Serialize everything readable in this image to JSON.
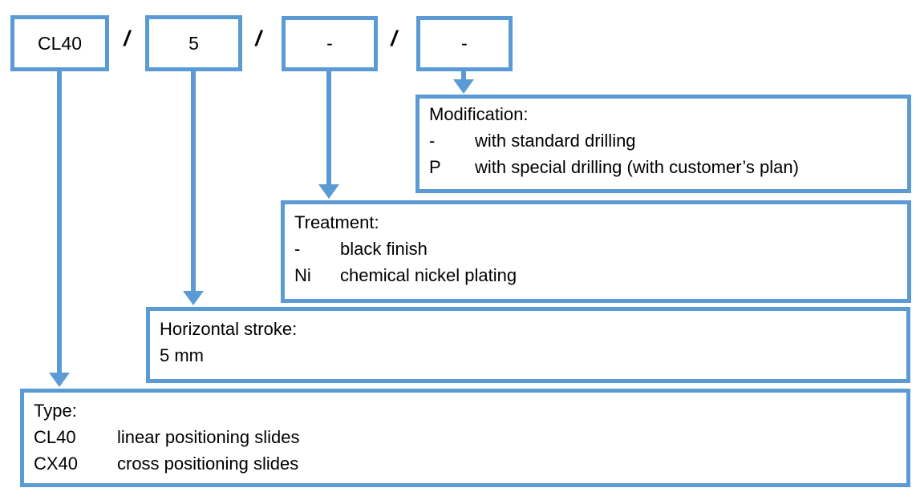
{
  "diagram": {
    "separator": "/",
    "code_boxes": [
      {
        "label": "CL40"
      },
      {
        "label": "5"
      },
      {
        "label": "-"
      },
      {
        "label": "-"
      }
    ],
    "legends": {
      "modification": {
        "title": "Modification:",
        "rows": [
          {
            "code": "-",
            "description": "with standard drilling"
          },
          {
            "code": "P",
            "description": "with special drilling (with customer’s plan)"
          }
        ]
      },
      "treatment": {
        "title": "Treatment:",
        "rows": [
          {
            "code": "-",
            "description": "black finish"
          },
          {
            "code": "Ni",
            "description": "chemical nickel plating"
          }
        ]
      },
      "horizontal_stroke": {
        "title": "Horizontal stroke:",
        "value": "5 mm"
      },
      "type": {
        "title": "Type:",
        "rows": [
          {
            "code": "CL40",
            "description": "linear positioning slides"
          },
          {
            "code": "CX40",
            "description": "cross positioning slides"
          }
        ]
      }
    },
    "colors": {
      "accent": "#5B9BD5",
      "text": "#000000",
      "background": "#FFFFFF"
    }
  }
}
